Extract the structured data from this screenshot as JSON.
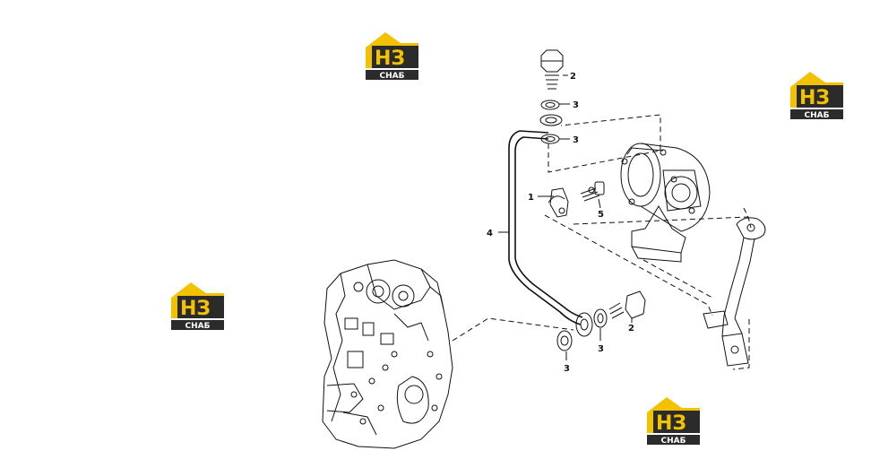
{
  "callouts": [
    {
      "id": "c2a",
      "text": "2"
    },
    {
      "id": "c3a",
      "text": "3"
    },
    {
      "id": "c3b",
      "text": "3"
    },
    {
      "id": "c1",
      "text": "1"
    },
    {
      "id": "c5",
      "text": "5"
    },
    {
      "id": "c4",
      "text": "4"
    },
    {
      "id": "c3c",
      "text": "3"
    },
    {
      "id": "c2b",
      "text": "2"
    },
    {
      "id": "c3d",
      "text": "3"
    }
  ],
  "watermark": {
    "letters": "НЗ",
    "word": "СНАБ",
    "colors": {
      "yellow": "#F2C200",
      "dark": "#2b2b2b",
      "white": "#ffffff"
    }
  }
}
